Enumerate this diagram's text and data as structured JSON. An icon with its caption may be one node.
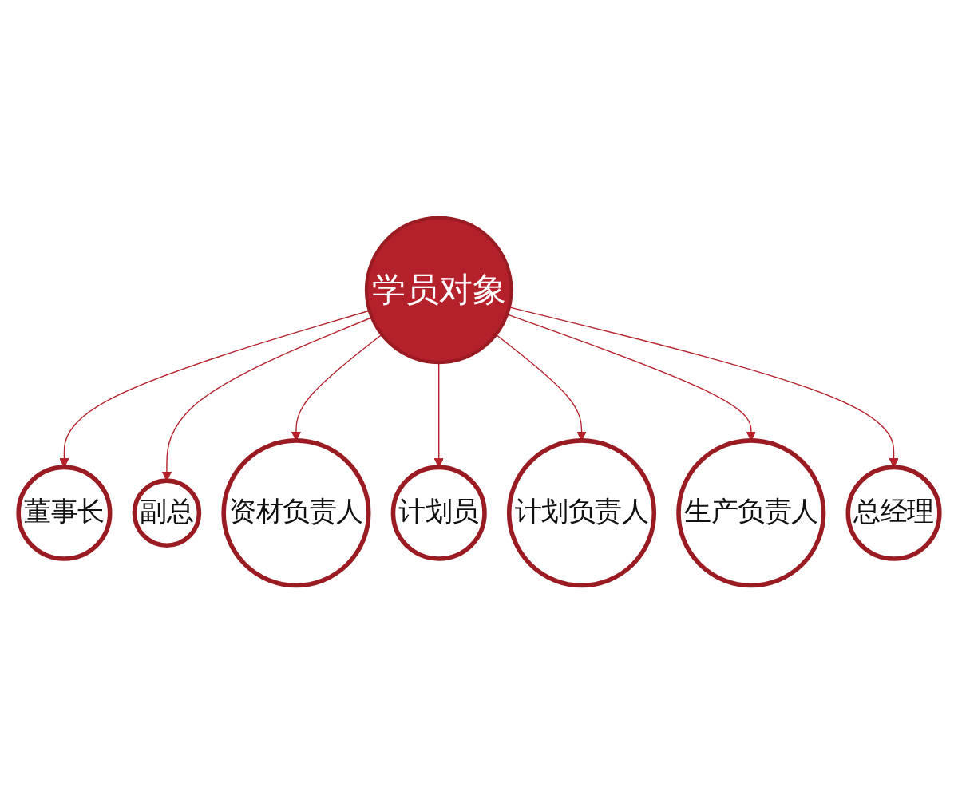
{
  "diagram": {
    "nodes": [
      {
        "text": [
          "学员对象"
        ]
      },
      {
        "text": [
          "董事长"
        ]
      },
      {
        "text": [
          "副总"
        ]
      },
      {
        "text": [
          "资材负责人"
        ]
      },
      {
        "text": [
          "计划员"
        ]
      },
      {
        "text": [
          "计划负责人"
        ]
      },
      {
        "text": [
          "生产负责人"
        ]
      },
      {
        "text": [
          "总经理"
        ]
      }
    ],
    "edges": [
      {
        "from": 0,
        "to": 1,
        "arrow": "to"
      },
      {
        "from": 0,
        "to": 2,
        "arrow": "to"
      },
      {
        "from": 0,
        "to": 3,
        "arrow": "to"
      },
      {
        "from": 0,
        "to": 4,
        "arrow": "to"
      },
      {
        "from": 0,
        "to": 5,
        "arrow": "to"
      },
      {
        "from": 0,
        "to": 6,
        "arrow": "to"
      },
      {
        "from": 0,
        "to": 7,
        "arrow": "to"
      }
    ]
  }
}
